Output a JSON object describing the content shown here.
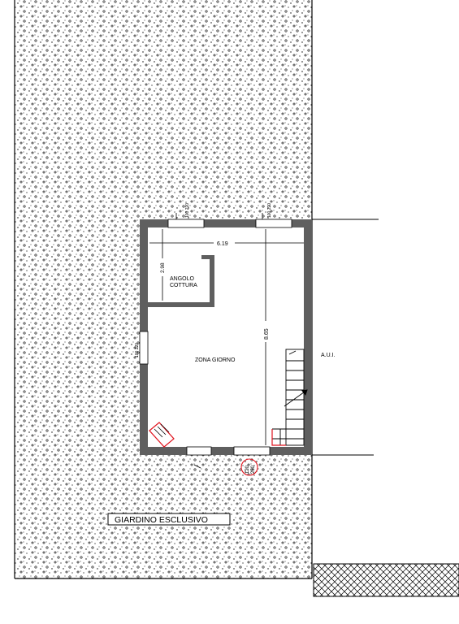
{
  "labels": {
    "angolo_line1": "ANGOLO",
    "angolo_line2": "COTTURA",
    "zona_giorno": "ZONA GIORNO",
    "aui": "A.U.I.",
    "giardino": "GIARDINO ESCLUSIVO"
  },
  "dimensions": {
    "width": "6.19",
    "height": "8.65",
    "kitchen": "2.98"
  },
  "openings": {
    "top_left": "100 220",
    "top_right": "100 220",
    "left": "100 220",
    "door_line1": "120",
    "door_line2": "250"
  },
  "colors": {
    "wall": "#5f5f5f",
    "line": "#000000",
    "accent_red": "#e0141e"
  }
}
